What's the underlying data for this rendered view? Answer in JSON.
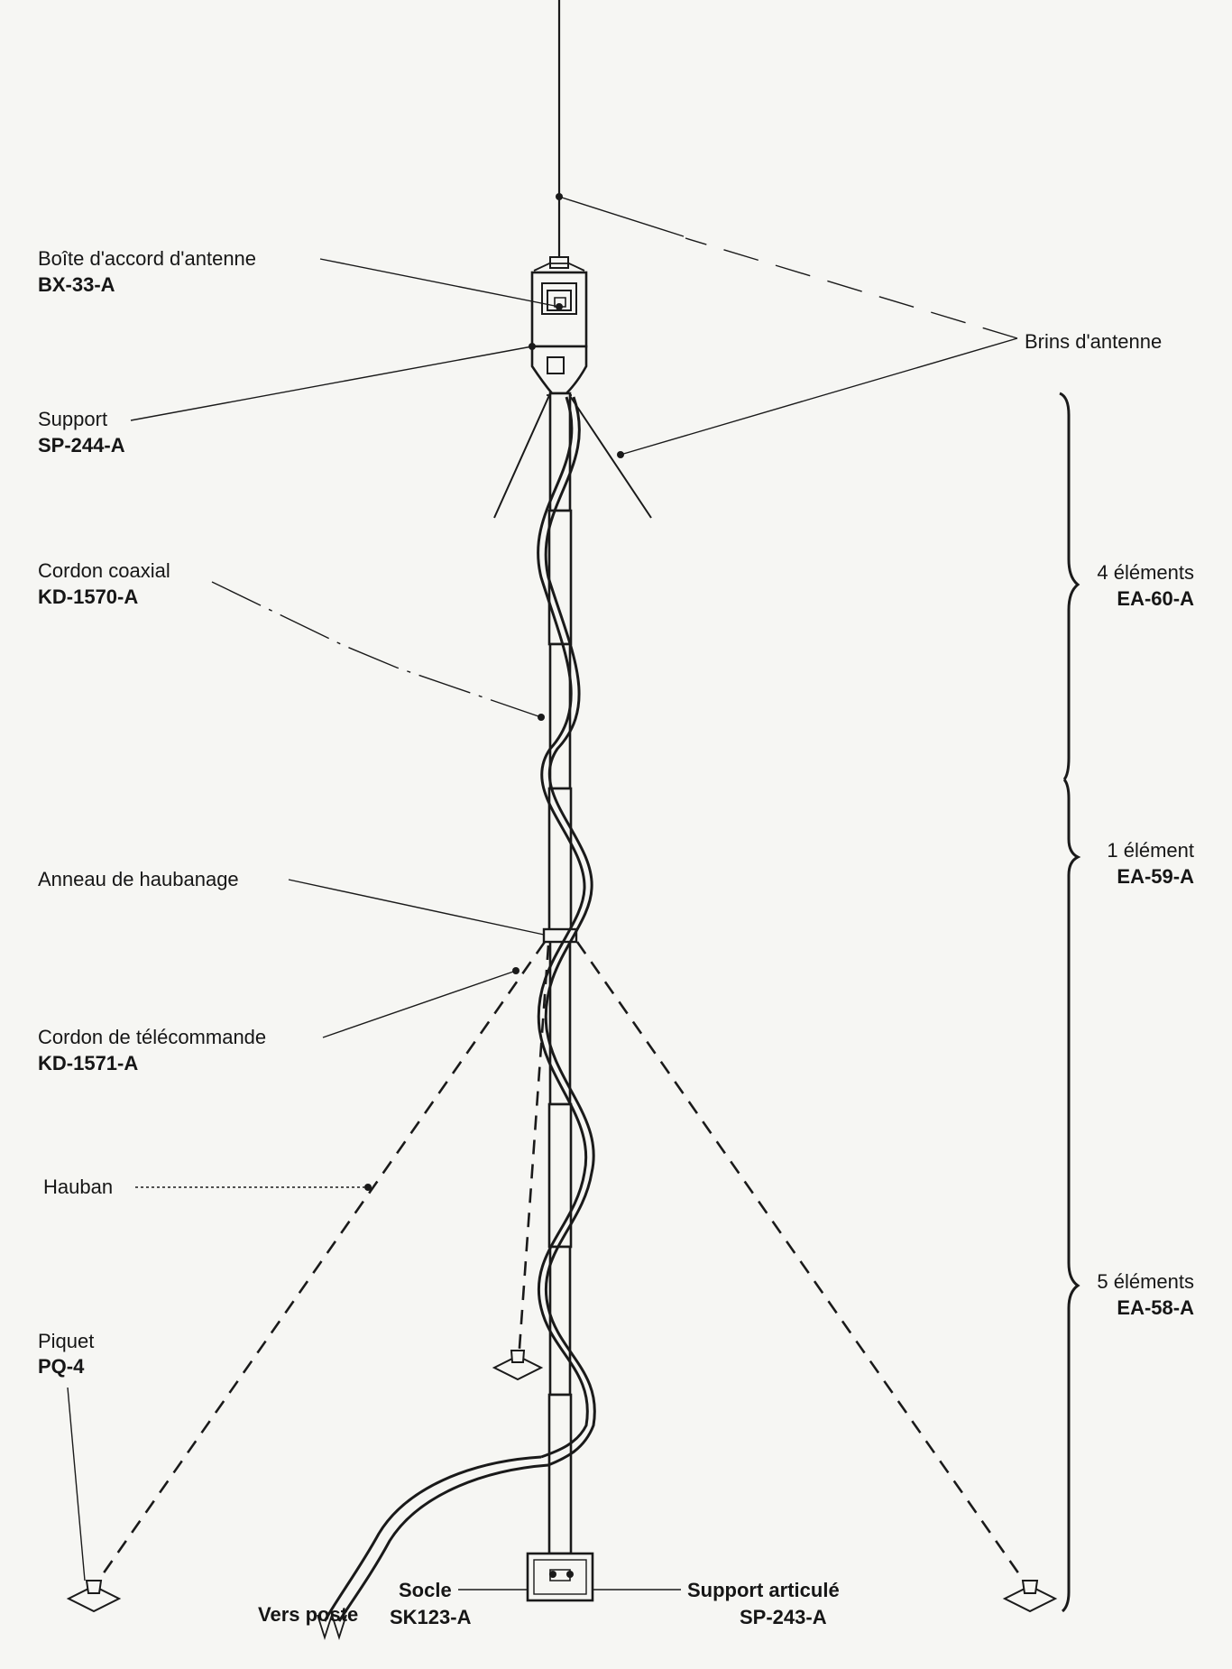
{
  "labels": {
    "boite": {
      "name": "Boîte d'accord d'antenne",
      "code": "BX-33-A"
    },
    "brins": {
      "name": "Brins d'antenne"
    },
    "support": {
      "name": "Support",
      "code": "SP-244-A"
    },
    "cordon_coax": {
      "name": "Cordon coaxial",
      "code": "KD-1570-A"
    },
    "elements_4": {
      "name": "4 éléments",
      "code": "EA-60-A"
    },
    "element_1": {
      "name": "1 élément",
      "code": "EA-59-A"
    },
    "anneau": {
      "name": "Anneau de haubanage"
    },
    "cordon_tele": {
      "name": "Cordon de télécommande",
      "code": "KD-1571-A"
    },
    "hauban": {
      "name": "Hauban"
    },
    "elements_5": {
      "name": "5 éléments",
      "code": "EA-58-A"
    },
    "piquet": {
      "name": "Piquet",
      "code": "PQ-4"
    },
    "vers_poste": {
      "name": "Vers poste"
    },
    "socle": {
      "name": "Socle",
      "code": "SK123-A"
    },
    "support_art": {
      "name": "Support articulé",
      "code": "SP-243-A"
    }
  }
}
